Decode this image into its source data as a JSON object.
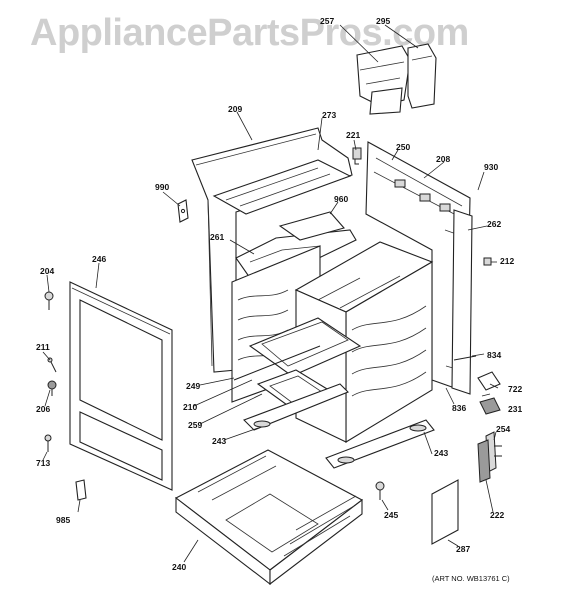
{
  "watermark": "AppliancePartsPros.com",
  "art_number": "(ART NO. WB13761 C)",
  "callouts": {
    "p257": "257",
    "p295": "295",
    "p209": "209",
    "p273": "273",
    "p221": "221",
    "p250": "250",
    "p208": "208",
    "p930": "930",
    "p990": "990",
    "p960": "960",
    "p262": "262",
    "p261": "261",
    "p204": "204",
    "p246": "246",
    "p212": "212",
    "p211": "211",
    "p834": "834",
    "p722": "722",
    "p206": "206",
    "p249": "249",
    "p210": "210",
    "p836": "836",
    "p231": "231",
    "p259": "259",
    "p243a": "243",
    "p713": "713",
    "p254": "254",
    "p243b": "243",
    "p985": "985",
    "p245": "245",
    "p222": "222",
    "p240": "240",
    "p287": "287"
  }
}
